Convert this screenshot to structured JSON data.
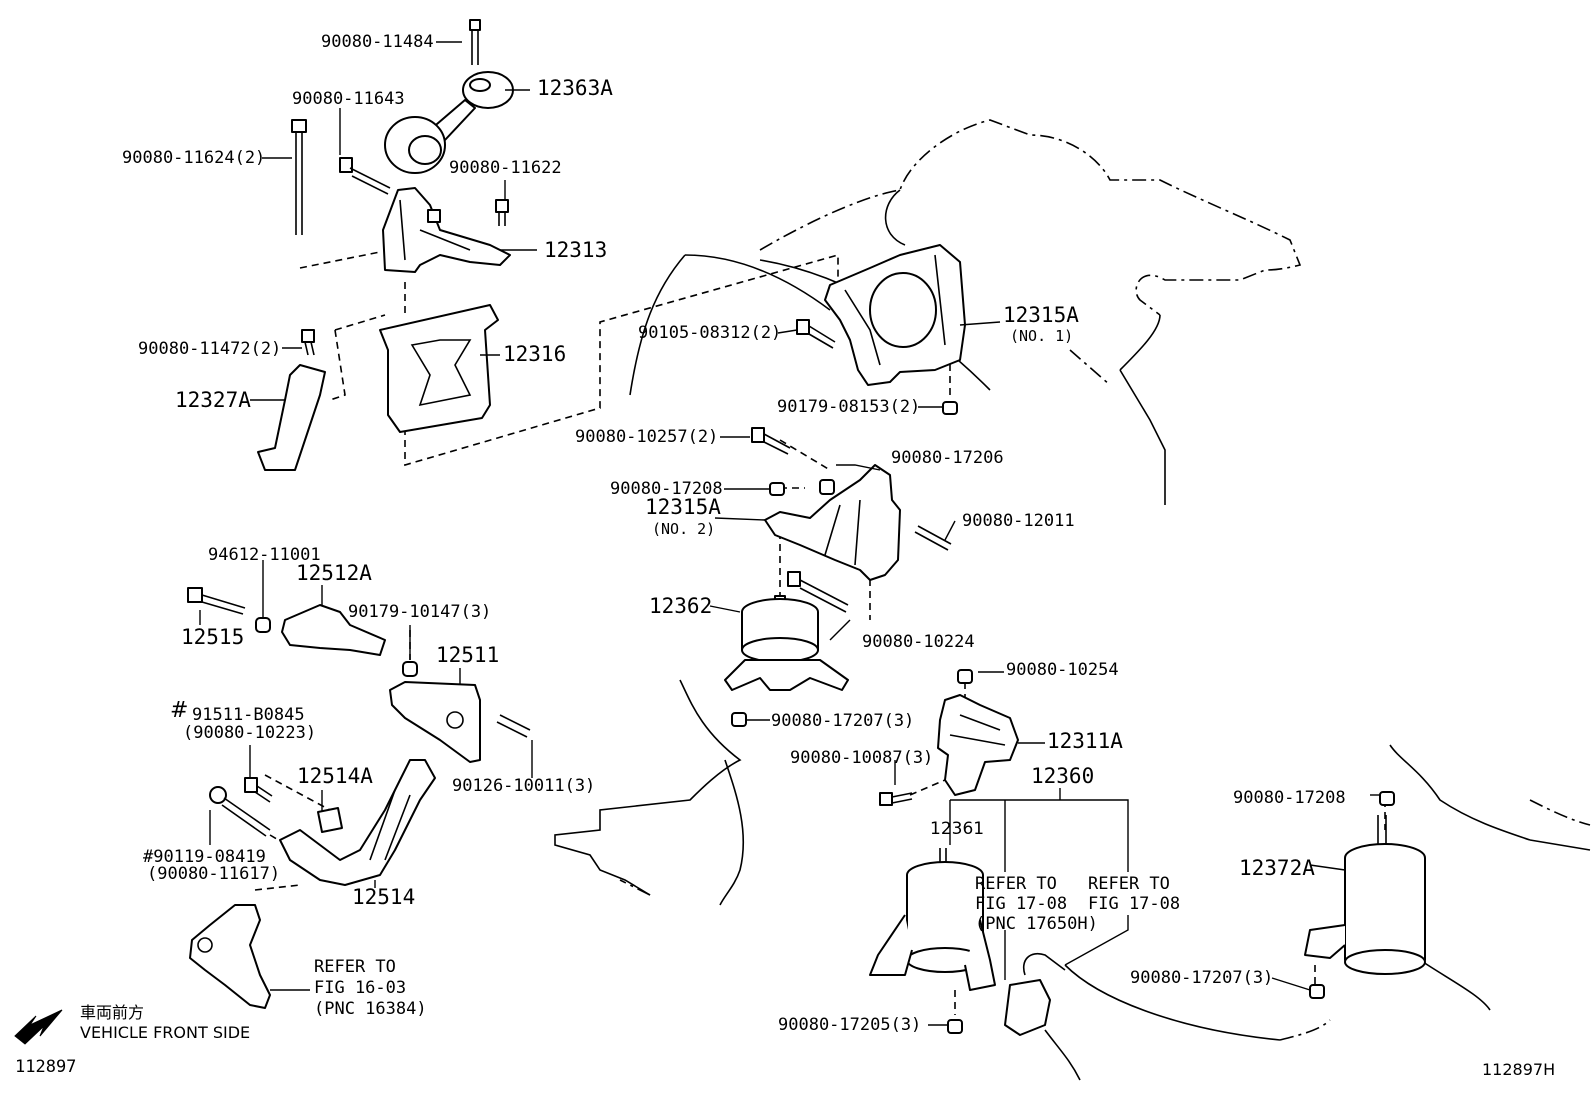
{
  "callouts": {
    "p90080_11484": "90080-11484",
    "p12363A": "12363A",
    "p90080_11643": "90080-11643",
    "p90080_11624": "90080-11624(2)",
    "p90080_11622": "90080-11622",
    "p12313": "12313",
    "p90080_11472": "90080-11472(2)",
    "p12316": "12316",
    "p12327A": "12327A",
    "p12315A_no1": "12315A",
    "p12315A_no1_sub": "(NO. 1)",
    "p90105_08312": "90105-08312(2)",
    "p90179_08153": "90179-08153(2)",
    "p90080_10257": "90080-10257(2)",
    "p90080_17206": "90080-17206",
    "p90080_17208_a": "90080-17208",
    "p12315A_no2": "12315A",
    "p12315A_no2_sub": "(NO. 2)",
    "p90080_12011": "90080-12011",
    "p12362": "12362",
    "p90080_10224": "90080-10224",
    "p94612_11001": "94612-11001",
    "p12512A": "12512A",
    "p12515": "12515",
    "p90179_10147": "90179-10147(3)",
    "p12511": "12511",
    "p91511_B0845": "91511-B0845",
    "p90080_10223": "(90080-10223)",
    "p12514A": "12514A",
    "p90126_10011": "90126-10011(3)",
    "p90119_08419": "#90119-08419",
    "p90080_11617": "(90080-11617)",
    "p12514": "12514",
    "p90080_10254": "90080-10254",
    "p90080_17207_a": "90080-17207(3)",
    "p12311A": "12311A",
    "p90080_10087": "90080-10087(3)",
    "p12360": "12360",
    "p12361": "12361",
    "p90080_17208_b": "90080-17208",
    "p12372A": "12372A",
    "p90080_17207_b": "90080-17207(3)",
    "p90080_17205": "90080-17205(3)"
  },
  "references": {
    "ref_fig_16_03": [
      "REFER TO",
      "FIG 16-03",
      "(PNC 16384)"
    ],
    "ref_fig_17_08_a": [
      "REFER TO",
      "FIG 17-08",
      "(PNC 17650H)"
    ],
    "ref_fig_17_08_b": [
      "REFER TO",
      "FIG 17-08"
    ]
  },
  "markers": {
    "hash": "#"
  },
  "direction": {
    "label_jp": "車両前方",
    "label_en": "VEHICLE FRONT SIDE"
  },
  "footer": {
    "left_id": "112897",
    "right_id": "112897H"
  }
}
